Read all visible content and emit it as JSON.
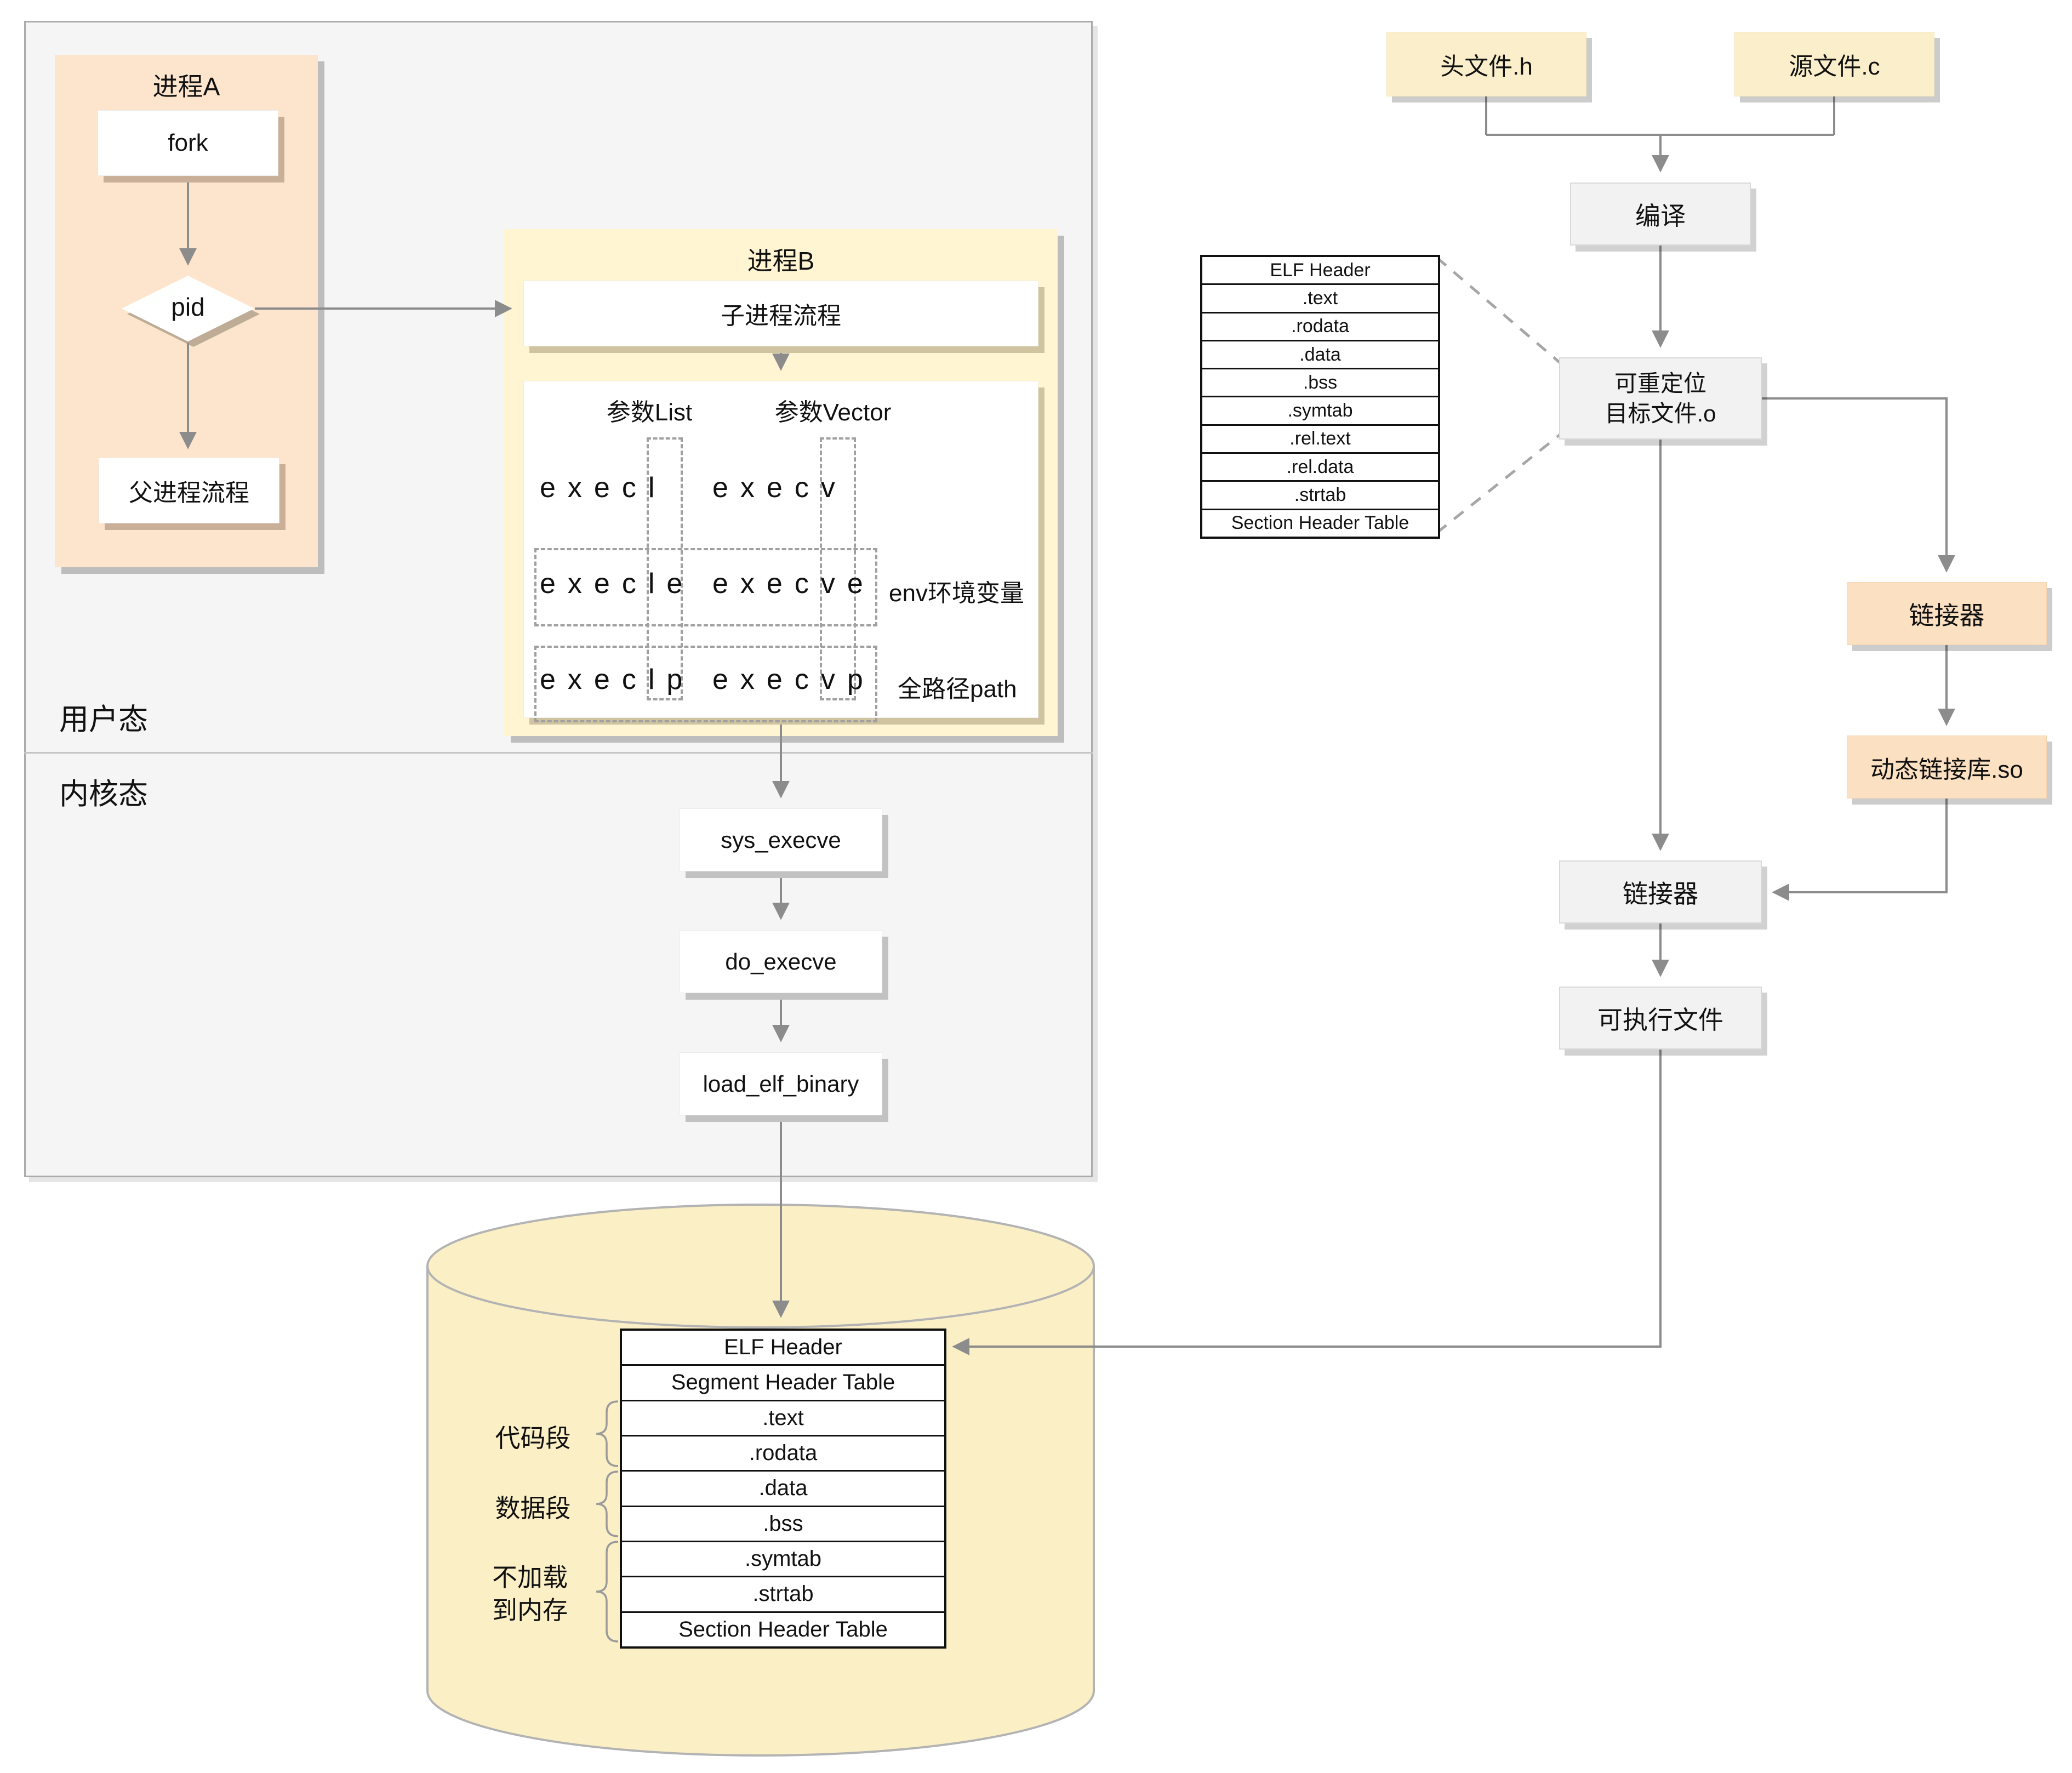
{
  "left_panel": {
    "user_mode_label": "用户态",
    "kernel_mode_label": "内核态",
    "process_a": {
      "title": "进程A",
      "fork_label": "fork",
      "pid_label": "pid",
      "parent_flow_label": "父进程流程"
    },
    "process_b": {
      "title": "进程B",
      "child_flow_label": "子进程流程",
      "param_list_label": "参数List",
      "param_vector_label": "参数Vector",
      "exec_rows": [
        {
          "left": "execl",
          "right": "execv",
          "note": ""
        },
        {
          "left": "execle",
          "right": "execve",
          "note": "env环境变量"
        },
        {
          "left": "execlp",
          "right": "execvp",
          "note": "全路径path"
        }
      ]
    },
    "kernel_chain": [
      "sys_execve",
      "do_execve",
      "load_elf_binary"
    ]
  },
  "disk": {
    "rows": [
      "ELF Header",
      "Segment Header Table",
      ".text",
      ".rodata",
      ".data",
      ".bss",
      ".symtab",
      ".strtab",
      "Section Header Table"
    ],
    "code_segment_label": "代码段",
    "data_segment_label": "数据段",
    "noload_label_line1": "不加载",
    "noload_label_line2": "到内存"
  },
  "compile_flow": {
    "header_file_label": "头文件.h",
    "source_file_label": "源文件.c",
    "compile_label": "编译",
    "relocatable_line1": "可重定位",
    "relocatable_line2": "目标文件.o",
    "object_elf_rows": [
      "ELF Header",
      ".text",
      ".rodata",
      ".data",
      ".bss",
      ".symtab",
      ".rel.text",
      ".rel.data",
      ".strtab",
      "Section Header Table"
    ],
    "linker_top_label": "链接器",
    "dynamic_lib_label": "动态链接库.so",
    "linker_bottom_label": "链接器",
    "executable_label": "可执行文件"
  },
  "colors": {
    "peach": "#fce5cc",
    "peach_box": "#fce0c2",
    "yellow_panel": "#fff5d3",
    "cream_box": "#fbefcb",
    "cylinder_fill": "#fbefc6",
    "panel_gray": "#f5f5f5",
    "box_gray": "#f2f2f2",
    "line_gray": "#8c8c8c"
  }
}
